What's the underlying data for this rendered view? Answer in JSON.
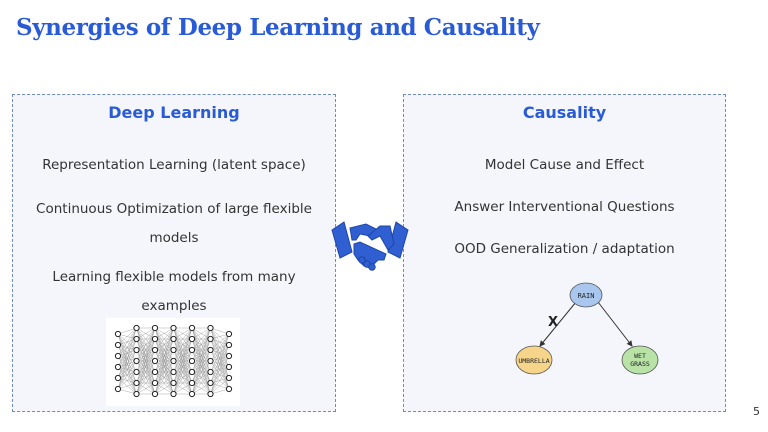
{
  "slide": {
    "title": "Synergies of Deep Learning and Causality",
    "page_number": "5"
  },
  "left_panel": {
    "heading": "Deep Learning",
    "items": [
      "Representation Learning (latent space)",
      "Continuous Optimization of large flexible models",
      "Learning  flexible models from many examples"
    ],
    "figure_icon": "neural-network-diagram"
  },
  "center": {
    "icon": "handshake-icon",
    "color": "#2f5fd0"
  },
  "right_panel": {
    "heading": "Causality",
    "items": [
      "Model Cause and Effect",
      "Answer Interventional Questions",
      "OOD Generalization / adaptation"
    ],
    "causal_graph": {
      "nodes": [
        {
          "label": "RAIN",
          "color": "#a9c7ee"
        },
        {
          "label": "UMBRELLA",
          "color": "#f6d489"
        },
        {
          "label": "WET\nGRASS",
          "color": "#b9e2a6"
        }
      ],
      "blocked_edge_mark": "X"
    }
  }
}
